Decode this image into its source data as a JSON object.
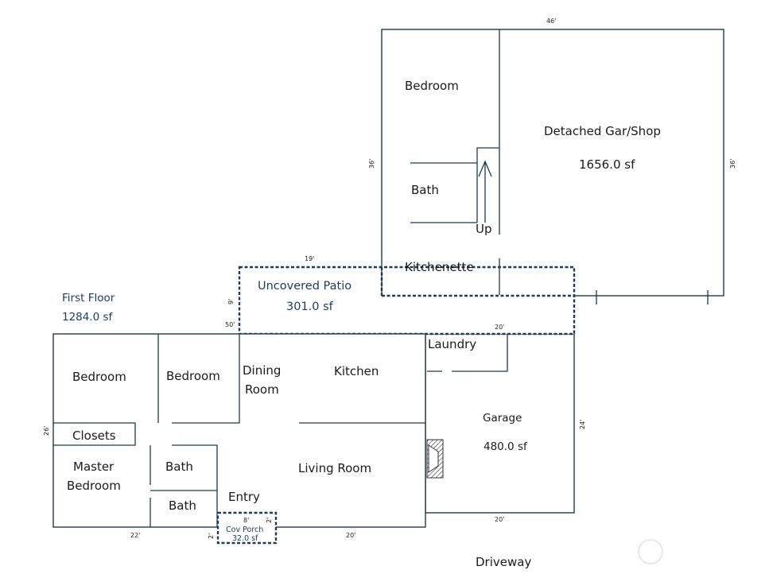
{
  "floor": {
    "title": "First Floor",
    "area": "1284.0 sf"
  },
  "rooms": {
    "shop_bedroom": "Bedroom",
    "shop_bath": "Bath",
    "shop_up": "Up",
    "kitchenette": "Kitchenette",
    "shop_title": "Detached Gar/Shop",
    "shop_area": "1656.0 sf",
    "patio_title": "Uncovered Patio",
    "patio_area": "301.0 sf",
    "laundry": "Laundry",
    "garage_title": "Garage",
    "garage_area": "480.0 sf",
    "bedroom_1": "Bedroom",
    "bedroom_2": "Bedroom",
    "dining_line1": "Dining",
    "dining_line2": "Room",
    "kitchen": "Kitchen",
    "closets": "Closets",
    "master_line1": "Master",
    "master_line2": "Bedroom",
    "bath_1": "Bath",
    "bath_2": "Bath",
    "living_room": "Living Room",
    "entry": "Entry",
    "porch_title": "Cov Porch",
    "porch_area": "32.0 sf",
    "driveway": "Driveway"
  },
  "dimensions": {
    "shop_top": "46'",
    "shop_left": "36'",
    "shop_right": "36'",
    "patio_top": "19'",
    "patio_side": "9'",
    "patio_left_bottom": "50'",
    "patio_right_bottom": "20'",
    "garage_right": "24'",
    "garage_bottom": "20'",
    "house_left": "26'",
    "house_bottom_left": "22'",
    "house_bottom_right": "20'",
    "porch_top": "8'",
    "porch_right": "2'",
    "porch_left": "2'"
  }
}
